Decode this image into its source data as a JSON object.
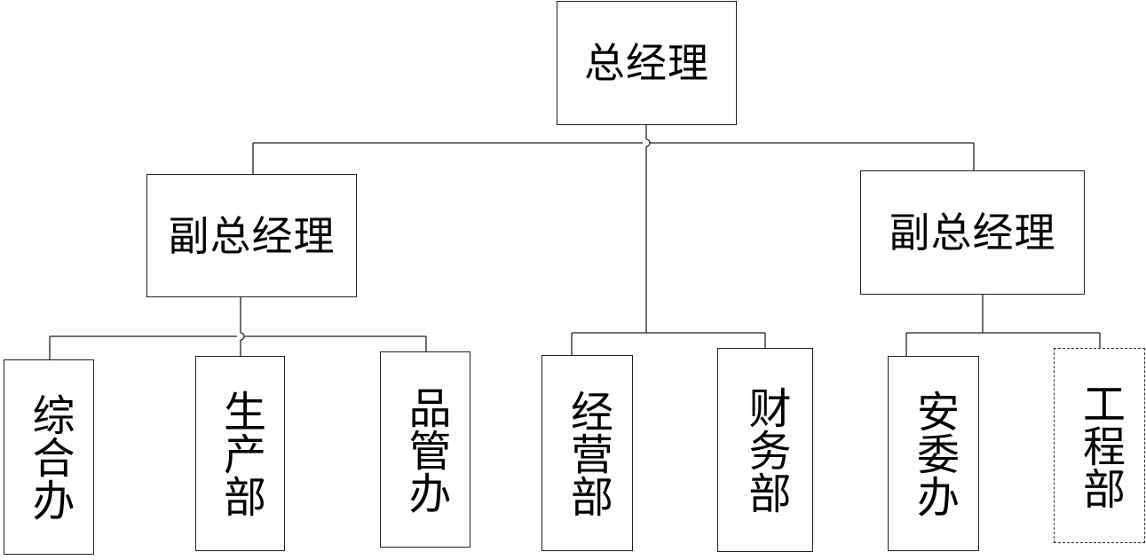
{
  "diagram": {
    "top": {
      "label": "总经理"
    },
    "deputies": [
      {
        "label": "副总经理"
      },
      {
        "label": "副总经理"
      }
    ],
    "departments": [
      {
        "label": "综合办",
        "parent": "副总经理 (left)",
        "style": "solid"
      },
      {
        "label": "生产部",
        "parent": "副总经理 (left)",
        "style": "solid"
      },
      {
        "label": "品管办",
        "parent": "副总经理 (left)",
        "style": "solid"
      },
      {
        "label": "经营部",
        "parent": "总经理",
        "style": "solid"
      },
      {
        "label": "财务部",
        "parent": "总经理",
        "style": "solid"
      },
      {
        "label": "安委办",
        "parent": "副总经理 (right)",
        "style": "solid"
      },
      {
        "label": "工程部",
        "parent": "副总经理 (right)",
        "style": "dashed"
      }
    ]
  }
}
